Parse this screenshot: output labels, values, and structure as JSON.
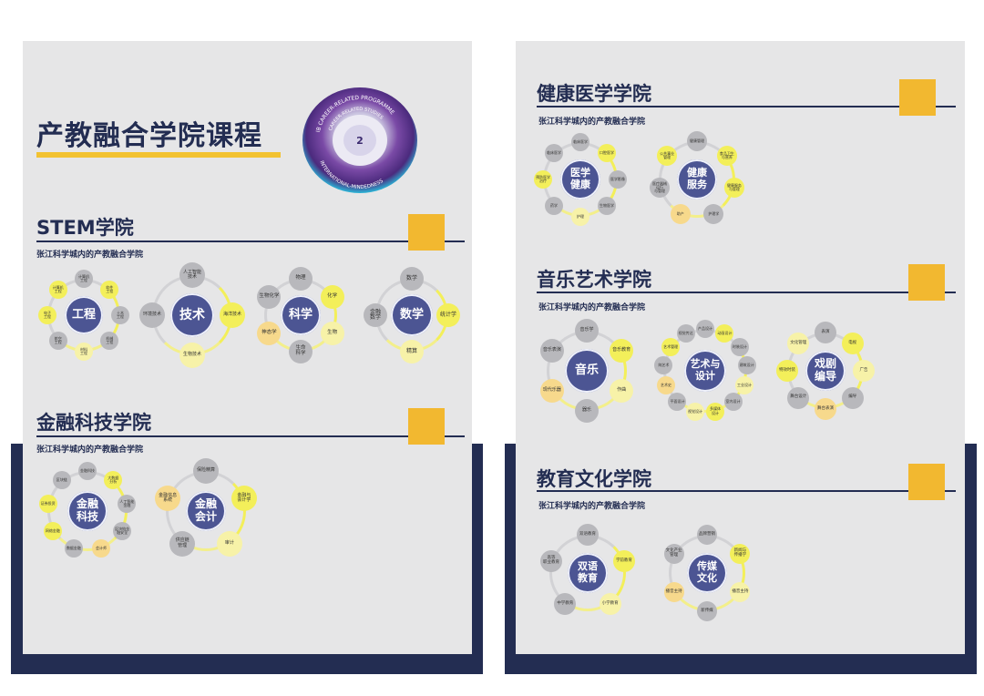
{
  "colors": {
    "navy": "#232d52",
    "accent_yellow": "#f2b830",
    "node_grey": "#b8b8bc",
    "node_yellow": "#f3ef5a",
    "center_purple": "#4c5593",
    "panel": "#e6e6e7"
  },
  "main_title": "产教融合学院课程",
  "badge": {
    "top_text": "IB CAREER-RELATED PROGRAMME",
    "middle_text": "CAREER-RELATED STUDIES",
    "bottom_text": "INTERNATIONAL-MINDEDNESS"
  },
  "sections": {
    "stem": {
      "title": "STEM学院",
      "subtitle": "张江科学城内的产教融合学院"
    },
    "fintech": {
      "title": "金融科技学院",
      "subtitle": "张江科学城内的产教融合学院"
    },
    "health": {
      "title": "健康医学学院",
      "subtitle": "张江科学城内的产教融合学院"
    },
    "music": {
      "title": "音乐艺术学院",
      "subtitle": "张江科学城内的产教融合学院"
    },
    "edu": {
      "title": "教育文化学院",
      "subtitle": "张江科学城内的产教融合学院"
    }
  },
  "clusters": [
    {
      "center": "工程",
      "nodes": [
        {
          "t": "计算机\n工程",
          "c": "grey"
        },
        {
          "t": "软件\n工程",
          "c": "yellow"
        },
        {
          "t": "土木\n工程",
          "c": "grey"
        },
        {
          "t": "机械\n工程",
          "c": "grey"
        },
        {
          "t": "材料\n工程",
          "c": "pale"
        },
        {
          "t": "航空\n工程",
          "c": "grey"
        },
        {
          "t": "电子\n工程",
          "c": "yellow"
        },
        {
          "t": "计算机\n工程",
          "c": "yellow"
        }
      ]
    },
    {
      "center": "技术",
      "nodes": [
        {
          "t": "人工智能\n技术",
          "c": "grey"
        },
        {
          "t": "海洋技术",
          "c": "yellow"
        },
        {
          "t": "生物技术",
          "c": "pale"
        },
        {
          "t": "环境技术",
          "c": "grey"
        }
      ]
    },
    {
      "center": "科学",
      "nodes": [
        {
          "t": "物理",
          "c": "grey"
        },
        {
          "t": "化学",
          "c": "yellow"
        },
        {
          "t": "生物",
          "c": "pale"
        },
        {
          "t": "生命\n科学",
          "c": "grey"
        },
        {
          "t": "神态学",
          "c": "orange"
        },
        {
          "t": "生物化学",
          "c": "grey"
        }
      ]
    },
    {
      "center": "数学",
      "nodes": [
        {
          "t": "数学",
          "c": "grey"
        },
        {
          "t": "统计学",
          "c": "yellow"
        },
        {
          "t": "精算",
          "c": "pale"
        },
        {
          "t": "金融\n数学",
          "c": "grey"
        }
      ]
    },
    {
      "center": "金融\n科技",
      "nodes": [
        {
          "t": "金融科技",
          "c": "grey"
        },
        {
          "t": "大数据\n分析",
          "c": "yellow"
        },
        {
          "t": "人工智能\n金融",
          "c": "grey"
        },
        {
          "t": "区块链金\n融安全",
          "c": "grey"
        },
        {
          "t": "会计师",
          "c": "orange"
        },
        {
          "t": "数据金融",
          "c": "grey"
        },
        {
          "t": "网络金融",
          "c": "yellow"
        },
        {
          "t": "证券投资",
          "c": "yellow"
        },
        {
          "t": "区块链",
          "c": "grey"
        }
      ]
    },
    {
      "center": "金融\n会计",
      "nodes": [
        {
          "t": "保险精算",
          "c": "grey"
        },
        {
          "t": "金融与\n会计学",
          "c": "yellow"
        },
        {
          "t": "审计",
          "c": "pale"
        },
        {
          "t": "供应链\n管理",
          "c": "grey"
        },
        {
          "t": "金融信息\n系统",
          "c": "orange"
        }
      ]
    },
    {
      "center": "医学\n健康",
      "nodes": [
        {
          "t": "临床医学",
          "c": "grey"
        },
        {
          "t": "口腔医学",
          "c": "yellow"
        },
        {
          "t": "医学影像",
          "c": "grey"
        },
        {
          "t": "生物医学",
          "c": "grey"
        },
        {
          "t": "护理",
          "c": "pale"
        },
        {
          "t": "药学",
          "c": "grey"
        },
        {
          "t": "预防医学\n治疗",
          "c": "yellow"
        },
        {
          "t": "临床医学",
          "c": "grey"
        }
      ]
    },
    {
      "center": "健康\n服务",
      "nodes": [
        {
          "t": "健康管理",
          "c": "grey"
        },
        {
          "t": "食品卫生\n与营养",
          "c": "yellow"
        },
        {
          "t": "健康服务\n与管理",
          "c": "yellow"
        },
        {
          "t": "护理学",
          "c": "grey"
        },
        {
          "t": "助产",
          "c": "orange"
        },
        {
          "t": "医疗器械\n运行\n与管理",
          "c": "grey"
        },
        {
          "t": "公共事业\n管理",
          "c": "yellow"
        }
      ]
    },
    {
      "center": "音乐",
      "nodes": [
        {
          "t": "音乐学",
          "c": "grey"
        },
        {
          "t": "音乐教育",
          "c": "yellow"
        },
        {
          "t": "作曲",
          "c": "pale"
        },
        {
          "t": "器乐",
          "c": "grey"
        },
        {
          "t": "现代乐器",
          "c": "orange"
        },
        {
          "t": "音乐表演",
          "c": "grey"
        }
      ]
    },
    {
      "center": "艺术与\n设计",
      "nodes": [
        {
          "t": "产品设计",
          "c": "grey"
        },
        {
          "t": "动画设计",
          "c": "yellow"
        },
        {
          "t": "时装设计",
          "c": "grey"
        },
        {
          "t": "建筑设计",
          "c": "grey"
        },
        {
          "t": "工业设计",
          "c": "pale"
        },
        {
          "t": "室内设计",
          "c": "grey"
        },
        {
          "t": "多媒体\n设计",
          "c": "yellow"
        },
        {
          "t": "视觉设计",
          "c": "pale"
        },
        {
          "t": "平面设计",
          "c": "grey"
        },
        {
          "t": "艺术史",
          "c": "orange"
        },
        {
          "t": "纯艺术",
          "c": "grey"
        },
        {
          "t": "艺术管理",
          "c": "yellow"
        },
        {
          "t": "视觉传达",
          "c": "grey"
        }
      ]
    },
    {
      "center": "戏剧\n编导",
      "nodes": [
        {
          "t": "表演",
          "c": "grey"
        },
        {
          "t": "电视",
          "c": "yellow"
        },
        {
          "t": "广告",
          "c": "pale"
        },
        {
          "t": "编导",
          "c": "grey"
        },
        {
          "t": "舞台表演",
          "c": "orange"
        },
        {
          "t": "舞台设计",
          "c": "grey"
        },
        {
          "t": "特效时装",
          "c": "yellow"
        },
        {
          "t": "文化管理",
          "c": "pale"
        }
      ]
    },
    {
      "center": "双语\n教育",
      "nodes": [
        {
          "t": "双语教育",
          "c": "grey"
        },
        {
          "t": "学前教育",
          "c": "yellow"
        },
        {
          "t": "小学教育",
          "c": "pale"
        },
        {
          "t": "中学教育",
          "c": "grey"
        },
        {
          "t": "高等\n职业教育",
          "c": "grey"
        }
      ]
    },
    {
      "center": "传媒\n文化",
      "nodes": [
        {
          "t": "品牌营销",
          "c": "grey"
        },
        {
          "t": "新闻与\n传播学",
          "c": "yellow"
        },
        {
          "t": "播音主持",
          "c": "pale"
        },
        {
          "t": "新传媒",
          "c": "grey"
        },
        {
          "t": "播音主持",
          "c": "orange"
        },
        {
          "t": "文化产业\n管理",
          "c": "grey"
        }
      ]
    }
  ]
}
